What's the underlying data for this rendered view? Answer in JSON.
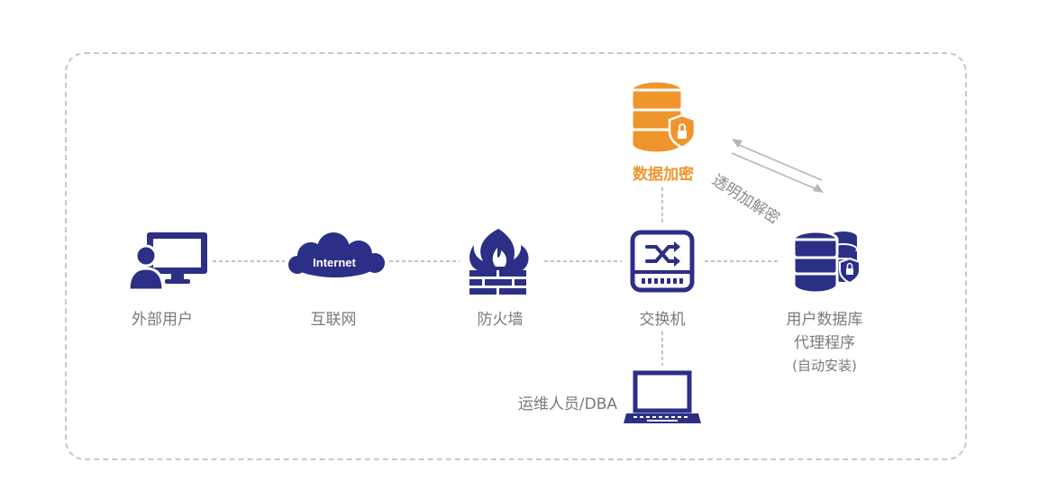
{
  "colors": {
    "navy": "#2b2f86",
    "orange": "#f0952c",
    "gray_text": "#7a7a7a",
    "line": "#c2c2c2"
  },
  "nodes": {
    "external_user": {
      "label": "外部用户",
      "icon": "user-computer-icon"
    },
    "internet": {
      "label": "互联网",
      "icon_text": "Internet",
      "icon": "cloud-icon"
    },
    "firewall": {
      "label": "防火墙",
      "icon": "firewall-icon"
    },
    "switch": {
      "label": "交换机",
      "icon": "switch-icon"
    },
    "db_proxy": {
      "label_line1": "用户数据库",
      "label_line2": "代理程序",
      "label_line3": "(自动安装)",
      "icon": "database-shield-icon"
    },
    "encryption": {
      "label": "数据加密",
      "icon": "encrypted-database-icon"
    },
    "ops": {
      "label": "运维人员/DBA",
      "icon": "laptop-icon"
    }
  },
  "annotations": {
    "transparent": "透明加解密"
  }
}
